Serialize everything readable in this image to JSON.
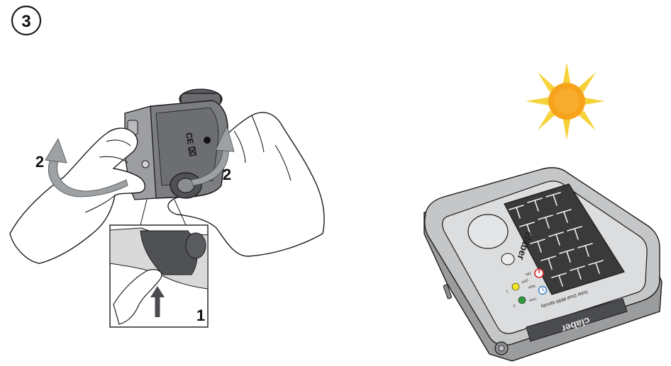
{
  "step": {
    "number": "3"
  },
  "left_figure": {
    "rotation_label_left": "2",
    "rotation_label_right": "2",
    "inset_step_label": "1",
    "device_marks": "CE ⌧"
  },
  "right_figure": {
    "brand_text": "claber",
    "front_logo_text": "claber",
    "panel_caption": "Solar Dual 8898 slpruby",
    "sun_icon": "sun-icon",
    "indicator_colors": {
      "red": "#d8262c",
      "yellow": "#f3e521",
      "green": "#2e9a3c",
      "blue": "#3b7fc4"
    },
    "indicator_labels": [
      "ON",
      "OFF",
      "1",
      "2",
      "Rain",
      "Time"
    ]
  },
  "colors": {
    "line": "#1a1a1a",
    "device_grey": "#7b7d80",
    "device_dark": "#4f5154",
    "body_light": "#d9d9d9",
    "arrow_grey": "#9ea1a4",
    "solar_panel": "#3a3a3a",
    "sun_core": "#f7a21b",
    "sun_rays": "#f6d23a"
  }
}
